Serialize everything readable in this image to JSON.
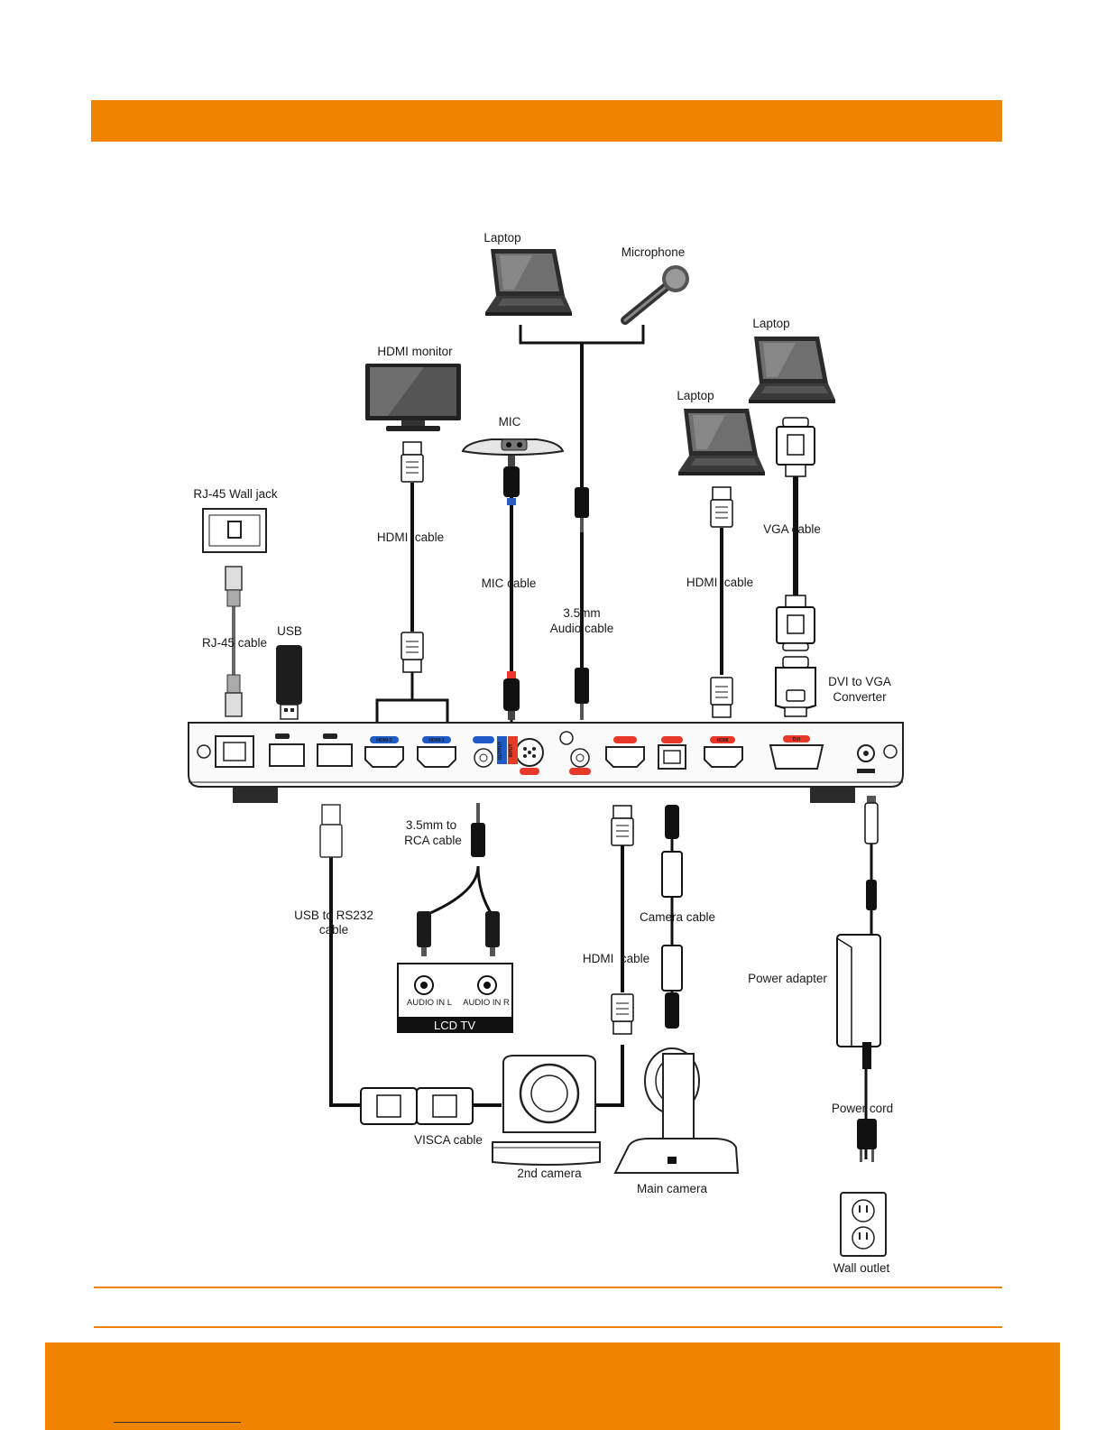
{
  "colors": {
    "accent": "#F08300",
    "cable": "#111111",
    "port_blue": "#1E5BC6",
    "port_red": "#E8382A",
    "device_dark": "#2b2b2b",
    "device_light": "#e6e6e6"
  },
  "labels": {
    "laptop_top": "Laptop",
    "microphone": "Microphone",
    "laptop_right": "Laptop",
    "laptop_mid": "Laptop",
    "hdmi_monitor": "HDMI monitor",
    "mic": "MIC",
    "rj45_wall_jack": "RJ-45 Wall jack",
    "hdmi_cable_monitor": "HDMI  cable",
    "mic_cable": "MIC cable",
    "audio_cable_1": "3.5mm",
    "audio_cable_2": "Audio cable",
    "hdmi_cable_laptop": "HDMI  cable",
    "vga_cable": "VGA cable",
    "usb": "USB",
    "rj45_cable": "RJ-45 cable",
    "dvi_vga_1": "DVI to VGA",
    "dvi_vga_2": "Converter",
    "rca_cable_1": "3.5mm to",
    "rca_cable_2": "RCA cable",
    "usb_rs232_1": "USB to RS232",
    "usb_rs232_2": "cable",
    "camera_cable": "Camera cable",
    "hdmi_cable_camera": "HDMI  cable",
    "power_adapter": "Power adapter",
    "audio_in_l": "AUDIO IN L",
    "audio_in_r": "AUDIO IN R",
    "lcd_tv": "LCD TV",
    "power_cord": "Power cord",
    "visca_cable": "VISCA cable",
    "second_camera": "2nd camera",
    "main_camera": "Main camera",
    "wall_outlet": "Wall outlet"
  },
  "ports": {
    "hdmi2": "HDMI-2",
    "hdmi1": "HDMI-1",
    "output": "OUTPUT",
    "input": "INPUT",
    "hdmi": "HDMI",
    "dvi": "DVI"
  }
}
